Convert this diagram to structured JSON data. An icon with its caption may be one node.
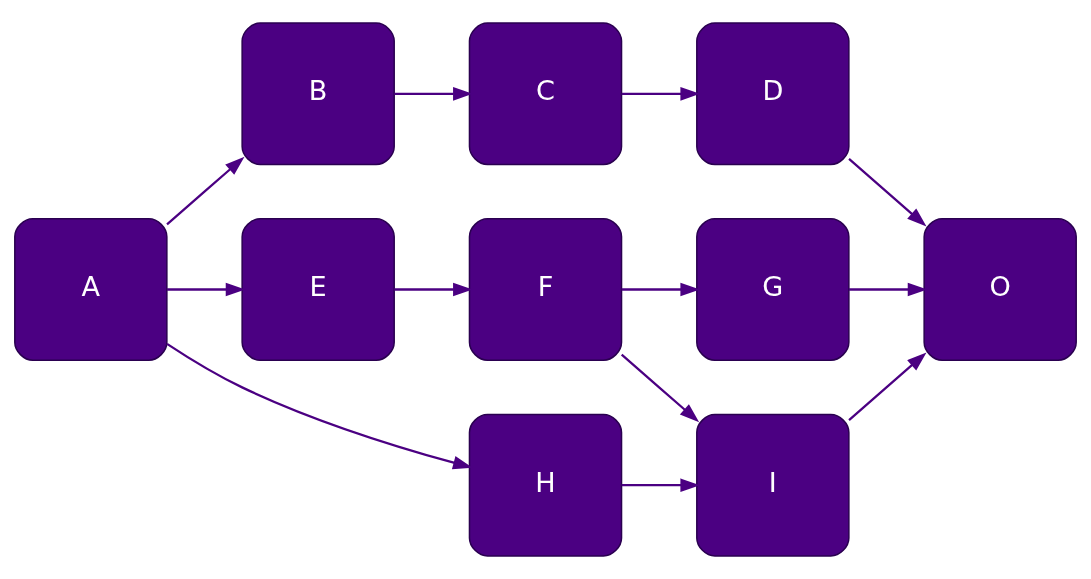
{
  "diagram": {
    "nodes": [
      {
        "text": [
          "A"
        ]
      },
      {
        "text": [
          "B"
        ]
      },
      {
        "text": [
          "C"
        ]
      },
      {
        "text": [
          "D"
        ]
      },
      {
        "text": [
          "E"
        ]
      },
      {
        "text": [
          "F"
        ]
      },
      {
        "text": [
          "G"
        ]
      },
      {
        "text": [
          "H"
        ]
      },
      {
        "text": [
          "I"
        ]
      },
      {
        "text": [
          "O"
        ]
      }
    ],
    "edges": [
      {
        "from": 0,
        "to": 1,
        "arrow": "to"
      },
      {
        "from": 0,
        "to": 4,
        "arrow": "to"
      },
      {
        "from": 0,
        "to": 7,
        "arrow": "to"
      },
      {
        "from": 1,
        "to": 2,
        "arrow": "to"
      },
      {
        "from": 2,
        "to": 3,
        "arrow": "to"
      },
      {
        "from": 4,
        "to": 5,
        "arrow": "to"
      },
      {
        "from": 5,
        "to": 6,
        "arrow": "to"
      },
      {
        "from": 5,
        "to": 8,
        "arrow": "to"
      },
      {
        "from": 7,
        "to": 8,
        "arrow": "to"
      },
      {
        "from": 3,
        "to": 9,
        "arrow": "to"
      },
      {
        "from": 6,
        "to": 9,
        "arrow": "to"
      },
      {
        "from": 8,
        "to": 9,
        "arrow": "to"
      }
    ]
  }
}
